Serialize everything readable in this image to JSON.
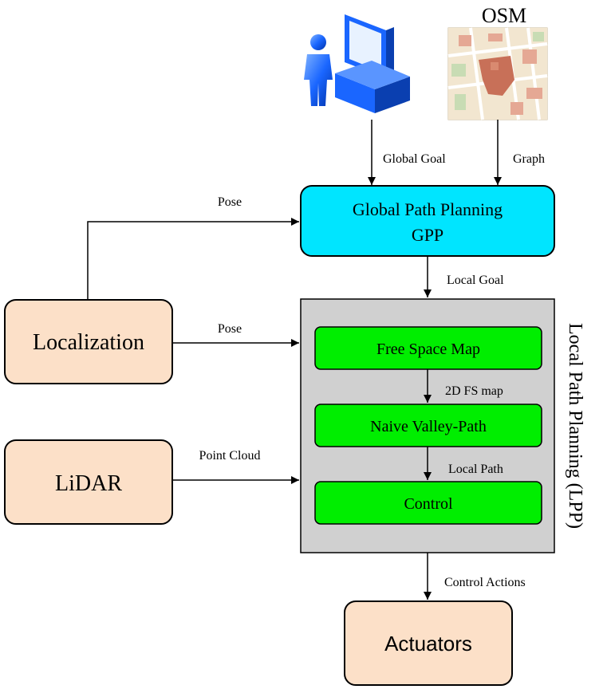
{
  "inputs": {
    "osm_title": "OSM",
    "global_goal": "Global Goal",
    "graph": "Graph"
  },
  "gpp": {
    "line1": "Global Path Planning",
    "line2": "GPP"
  },
  "edges": {
    "pose_top": "Pose",
    "pose_mid": "Pose",
    "point_cloud": "Point Cloud",
    "local_goal": "Local Goal",
    "fs_map": "2D FS map",
    "local_path": "Local Path",
    "control_actions": "Control Actions"
  },
  "nodes": {
    "localization": "Localization",
    "lidar": "LiDAR",
    "actuators": "Actuators"
  },
  "lpp": {
    "title": "Local Path Planning (LPP)",
    "free_space_map": "Free Space Map",
    "naive_valley_path": "Naive Valley-Path",
    "control": "Control"
  },
  "colors": {
    "gpp_fill": "#00e5ff",
    "lpp_fill": "#d0d0d0",
    "module_fill": "#00ee00",
    "peach": "#fce0c8",
    "user_blue": "#1a66ff"
  }
}
